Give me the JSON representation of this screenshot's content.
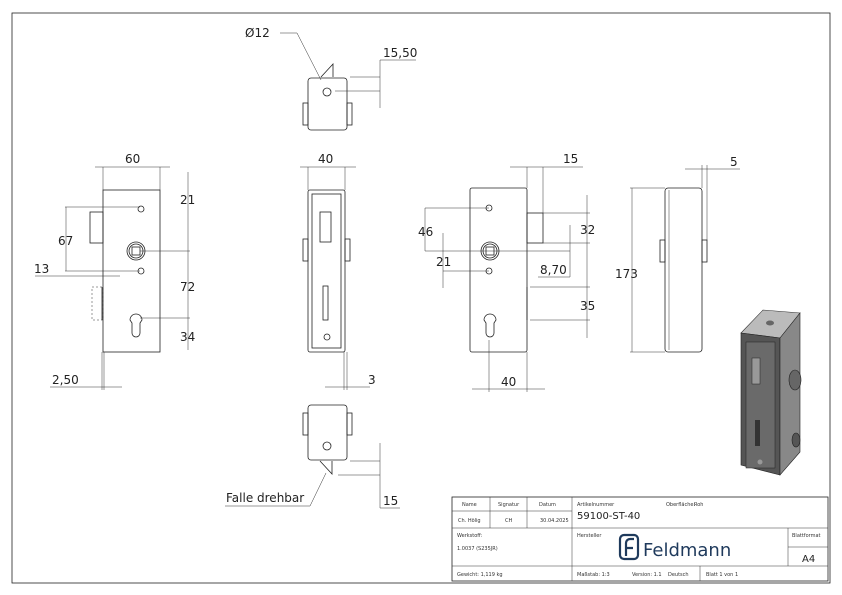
{
  "dimensions": {
    "front_left": {
      "width": "60",
      "top": "21",
      "screw_spacing": "67",
      "offset": "13",
      "latch_to_cyl": "72",
      "bottom": "34",
      "plate": "2,50"
    },
    "side_mid": {
      "width": "40",
      "plate": "3"
    },
    "top_view": {
      "hole": "Ø12",
      "offset": "15,50"
    },
    "bottom_view": {
      "label": "Falle drehbar",
      "offset": "15"
    },
    "front_right": {
      "latch": "15",
      "latch_height": "32",
      "screw_a": "46",
      "screw_b": "21",
      "offset": "8,70",
      "slot": "35",
      "backset": "40"
    },
    "side_right": {
      "height": "173",
      "plate": "5"
    }
  },
  "title_block": {
    "name_label": "Name",
    "signature_label": "Signatur",
    "date_label": "Datum",
    "name": "Ch. Hölig",
    "signature": "CH",
    "date": "30.04.2025",
    "article_label": "Artikelnummer",
    "article": "59100-ST-40",
    "surface_label": "Oberfläche:",
    "surface": "Roh",
    "material_label": "Werkstoff:",
    "material": "1.0037 (S235JR)",
    "manufacturer_label": "Hersteller",
    "manufacturer": "Feldmann",
    "format_label": "Blattformat",
    "format": "A4",
    "weight": "Gewicht: 1,119 kg",
    "scale": "Maßstab: 1:3",
    "version": "Version: 1.1",
    "language": "Deutsch",
    "sheet": "Blatt 1 von 1"
  },
  "colors": {
    "brand": "#1f3a5c"
  }
}
